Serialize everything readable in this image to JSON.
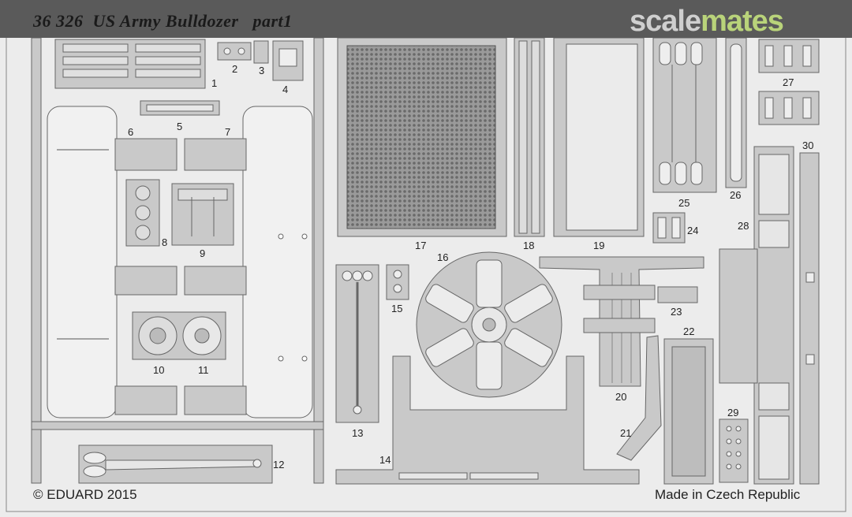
{
  "header": {
    "title": "36 326  US Army Bulldozer   part1",
    "logo_part1": "scale",
    "logo_part2": "mates"
  },
  "footer": {
    "copyright": "© EDUARD 2015",
    "origin": "Made in Czech Republic"
  },
  "part_numbers": [
    "1",
    "2",
    "3",
    "4",
    "5",
    "6",
    "7",
    "8",
    "9",
    "10",
    "11",
    "12",
    "13",
    "14",
    "15",
    "16",
    "17",
    "18",
    "19",
    "20",
    "21",
    "22",
    "23",
    "24",
    "25",
    "26",
    "27",
    "28",
    "29",
    "30"
  ],
  "colors": {
    "sheet": "#ececec",
    "part_fill": "#c9c9c9",
    "part_stroke": "#666666",
    "mesh": "#8a8a8a",
    "header": "#5a5a5a",
    "logo_grey": "#cfcfcf",
    "logo_green": "#b9d37a"
  }
}
